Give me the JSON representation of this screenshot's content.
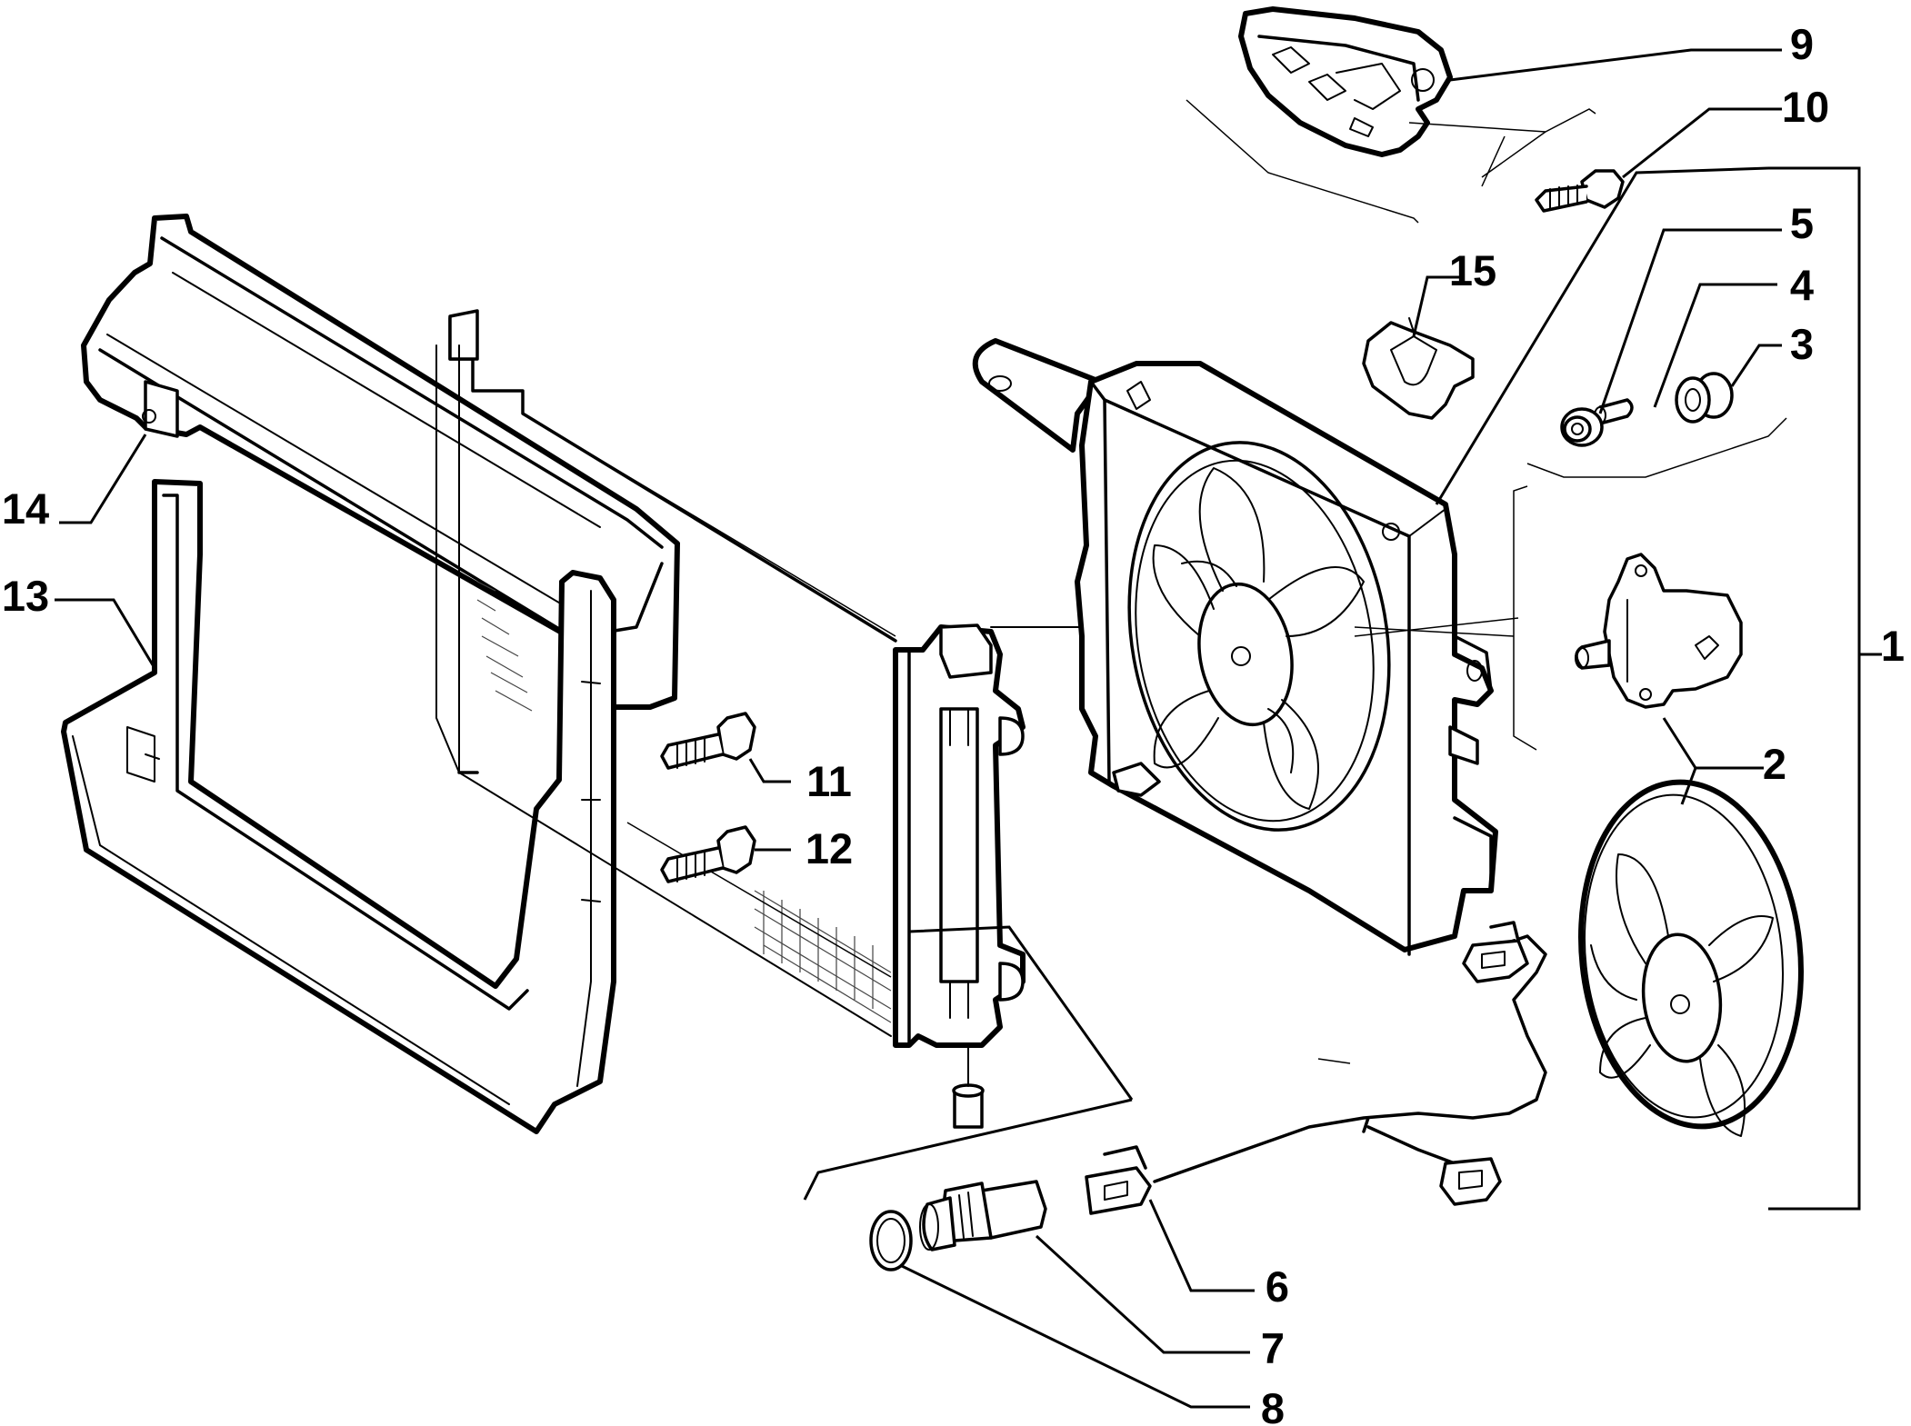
{
  "diagram": {
    "parts": [
      {
        "id": "p1",
        "number": "1",
        "name": "electric-fan-assembly"
      },
      {
        "id": "p2",
        "number": "2",
        "name": "fan-motor-and-impeller"
      },
      {
        "id": "p3",
        "number": "3",
        "name": "grommet"
      },
      {
        "id": "p4",
        "number": "4",
        "name": "spacer"
      },
      {
        "id": "p5",
        "number": "5",
        "name": "bush"
      },
      {
        "id": "p6",
        "number": "6",
        "name": "wiring-harness"
      },
      {
        "id": "p7",
        "number": "7",
        "name": "thermal-switch"
      },
      {
        "id": "p8",
        "number": "8",
        "name": "seal-ring"
      },
      {
        "id": "p9",
        "number": "9",
        "name": "resistor"
      },
      {
        "id": "p10",
        "number": "10",
        "name": "screw-resistor"
      },
      {
        "id": "p11",
        "number": "11",
        "name": "screw-upper"
      },
      {
        "id": "p12",
        "number": "12",
        "name": "screw-lower"
      },
      {
        "id": "p13",
        "number": "13",
        "name": "lower-crossmember"
      },
      {
        "id": "p14",
        "number": "14",
        "name": "upper-crossmember"
      },
      {
        "id": "p15",
        "number": "15",
        "name": "clip"
      }
    ]
  }
}
